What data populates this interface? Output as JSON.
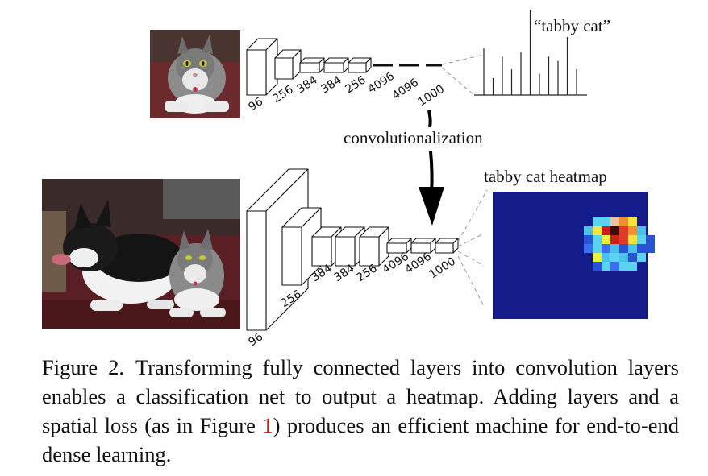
{
  "figure": {
    "top_network_labels": [
      "96",
      "256",
      "384",
      "384",
      "256",
      "4096",
      "4096",
      "1000"
    ],
    "bottom_network_labels": [
      "96",
      "256",
      "384",
      "384",
      "256",
      "4096",
      "4096",
      "1000"
    ],
    "class_label": "“tabby cat”",
    "arrow_label": "convolutionalization",
    "heatmap_title": "tabby cat heatmap",
    "classifier_bars": [
      0.55,
      0.2,
      0.45,
      0.3,
      0.5,
      1.0,
      0.25,
      0.45,
      0.4,
      0.68,
      0.3
    ],
    "colors": {
      "heatmap_background": "#141c8c",
      "caption_link": "#d21414"
    }
  },
  "caption": {
    "figure_label": "Figure 2.",
    "text_part1": "Transforming fully connected layers into convolution layers enables a classification net to output a heatmap. Adding layers and a spatial loss (as in Figure ",
    "figure_ref": "1",
    "text_part2": ") produces an efficient machine for end-to-end dense learning."
  }
}
